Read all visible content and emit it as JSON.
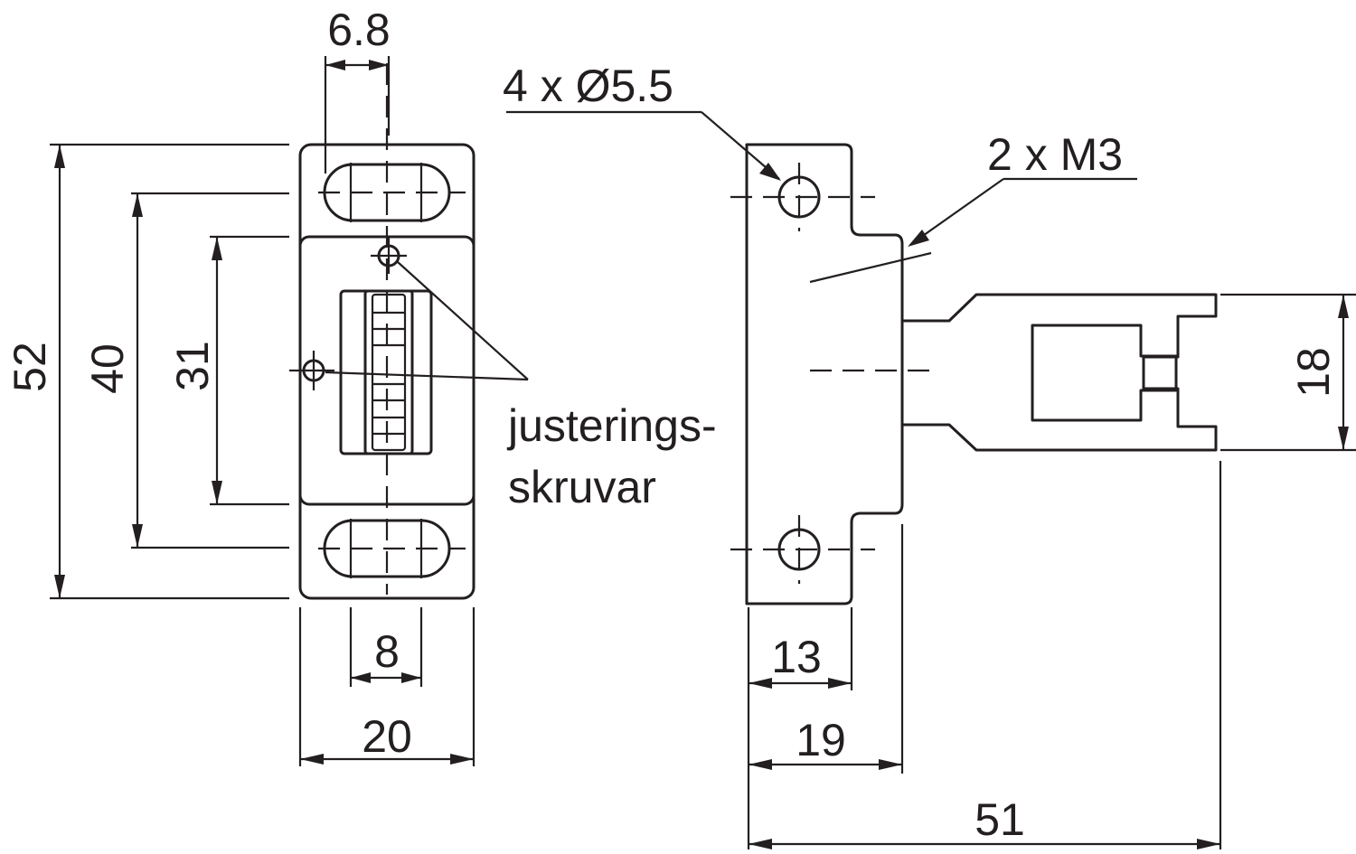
{
  "dimensions": {
    "d_6_8": "6.8",
    "d_52": "52",
    "d_40": "40",
    "d_31": "31",
    "d_8": "8",
    "d_20": "20",
    "d_13": "13",
    "d_19": "19",
    "d_51": "51",
    "d_18": "18"
  },
  "annotations": {
    "holes": "4 x Ø5.5",
    "threads": "2 x M3",
    "adjust_line1": "justerings-",
    "adjust_line2": "skruvar"
  }
}
